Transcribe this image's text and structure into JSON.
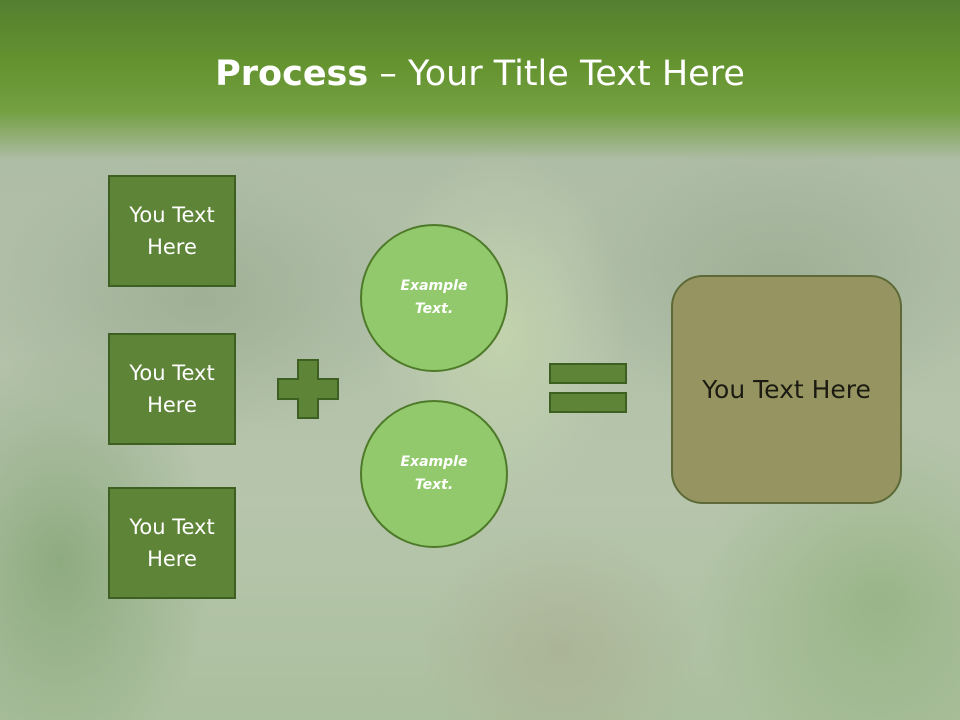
{
  "title": {
    "bold": "Process",
    "rest": " – Your Title Text Here"
  },
  "left_boxes": [
    {
      "label": "You Text Here"
    },
    {
      "label": "You Text Here"
    },
    {
      "label": "You Text Here"
    }
  ],
  "operators": {
    "plus": "plus-icon",
    "equals": "equals-icon"
  },
  "circles": [
    {
      "label": "Example Text."
    },
    {
      "label": "Example Text."
    }
  ],
  "result": {
    "label": "You Text Here"
  },
  "colors": {
    "title_band": "#64932f",
    "box_fill": "#5e8438",
    "box_border": "#3e5f22",
    "circle_fill": "#92c96c",
    "circle_border": "#4e7a2a",
    "result_fill": "#969562",
    "result_border": "#5d6a37"
  }
}
